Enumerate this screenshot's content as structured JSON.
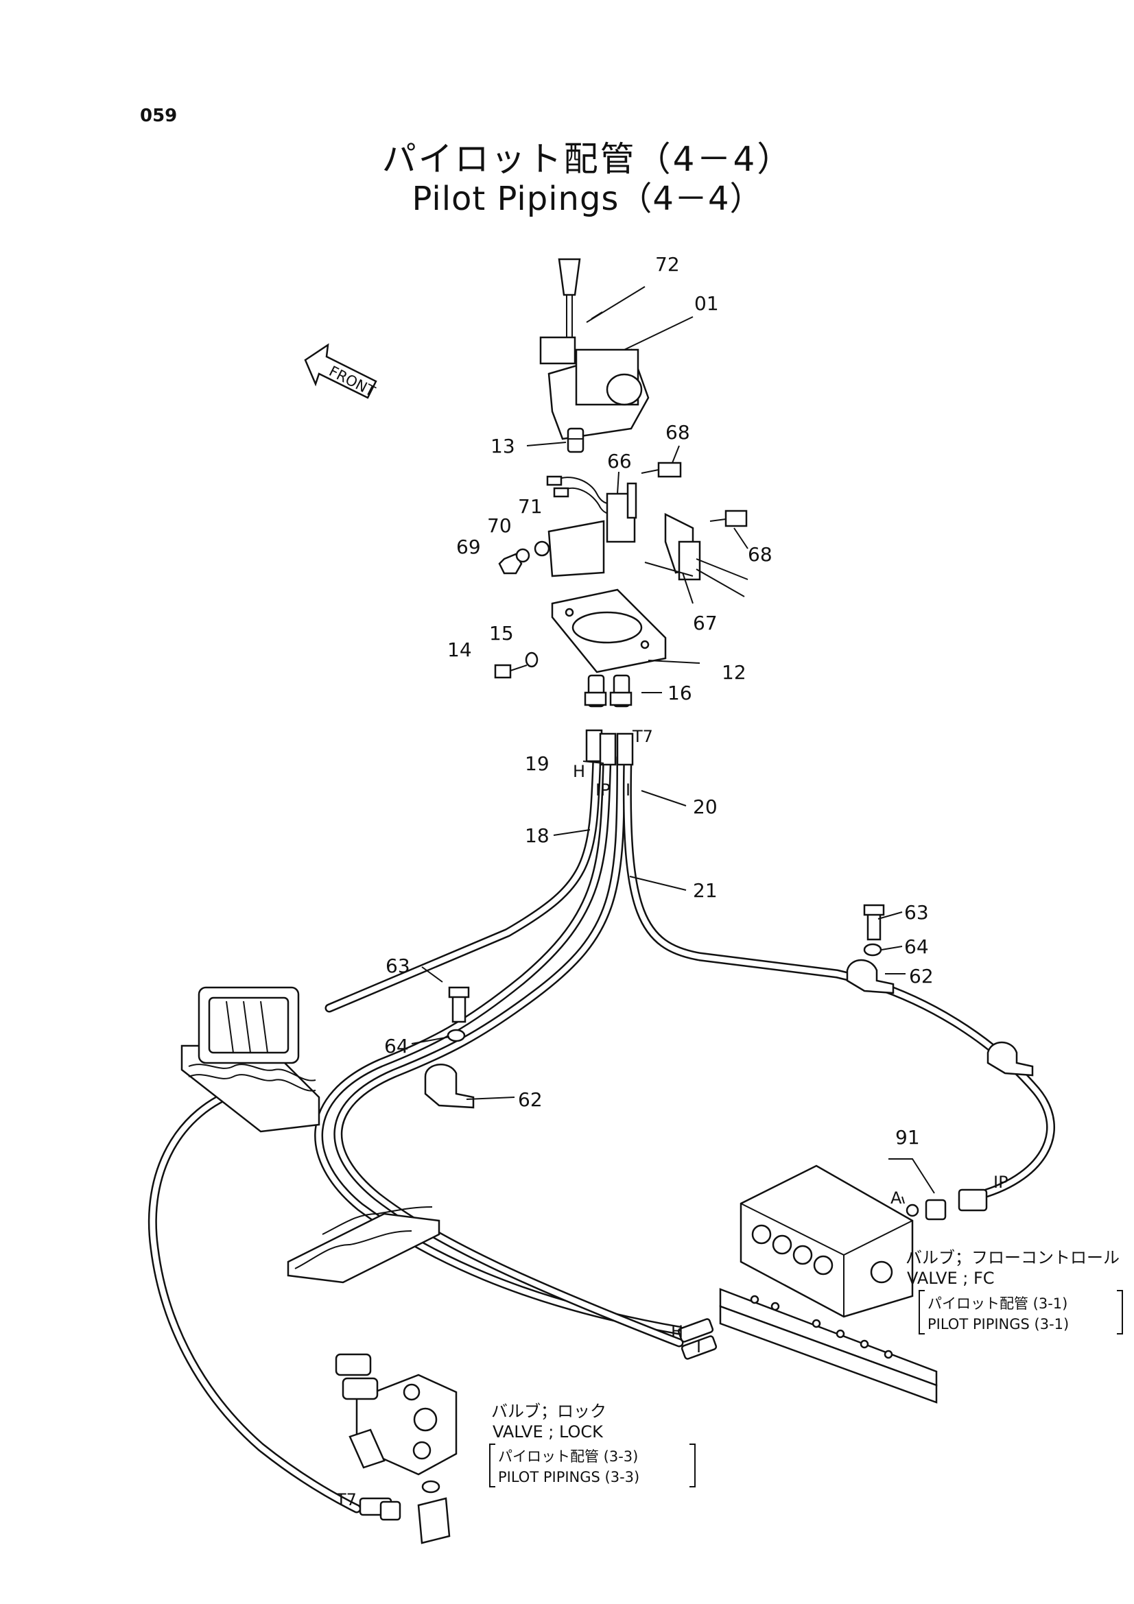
{
  "page_number": "059",
  "title_jp": "パイロット配管（4－4）",
  "title_en": "Pilot Pipings（4－4）",
  "front_label": "FRONT",
  "callouts": {
    "p72": "72",
    "p01": "01",
    "p13": "13",
    "p66": "66",
    "p68a": "68",
    "p68b": "68",
    "p71": "71",
    "p70": "70",
    "p69": "69",
    "p67": "67",
    "p15": "15",
    "p14": "14",
    "p12": "12",
    "p16": "16",
    "t7_top": "T7",
    "p19": "19",
    "h_top": "H",
    "ip_top": "IP",
    "i_top": "I",
    "p20": "20",
    "p18": "18",
    "p21": "21",
    "p63a": "63",
    "p64a": "64",
    "p62a": "62",
    "p63b": "63",
    "p64b": "64",
    "p62b": "62",
    "p91": "91",
    "a": "A",
    "ip_right": "IP",
    "h_bottom": "H",
    "i_bottom": "I",
    "t7_bottom": "T7"
  },
  "notes": {
    "fc_valve": {
      "jp": "バルブ；フローコントロール",
      "en": "VALVE ; FC",
      "ref_jp": "パイロット配管 (3-1)",
      "ref_en": "PILOT  PIPINGS (3-1)"
    },
    "lock_valve": {
      "jp": "バルブ；ロック",
      "en": "VALVE ; LOCK",
      "ref_jp": "パイロット配管 (3-3)",
      "ref_en": "PILOT  PIPINGS (3-3)"
    }
  }
}
